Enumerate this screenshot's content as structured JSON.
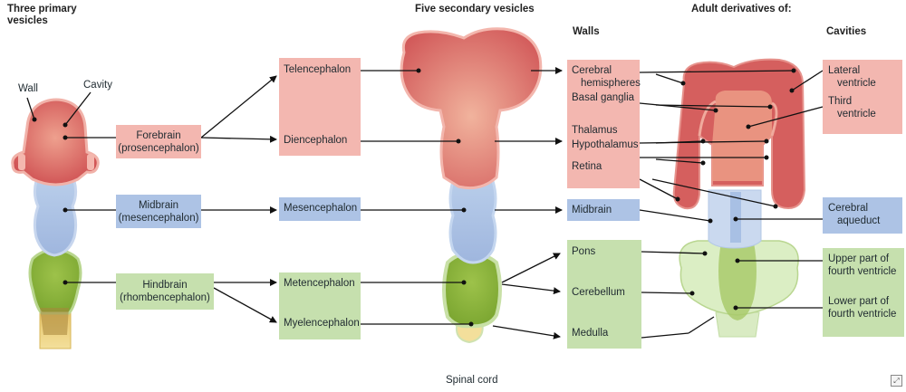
{
  "headers": {
    "primary": "Three primary vesicles",
    "secondary": "Five secondary vesicles",
    "adult": "Adult derivatives of:",
    "walls": "Walls",
    "cavities": "Cavities"
  },
  "labels": {
    "wall": "Wall",
    "cavity": "Cavity",
    "spinal_cord": "Spinal cord"
  },
  "primary": [
    {
      "line1": "Forebrain",
      "line2": "(prosencephalon)"
    },
    {
      "line1": "Midbrain",
      "line2": "(mesencephalon)"
    },
    {
      "line1": "Hindbrain",
      "line2": "(rhombencephalon)"
    }
  ],
  "secondary": [
    "Telencephalon",
    "Diencephalon",
    "Mesencephalon",
    "Metencephalon",
    "Myelencephalon"
  ],
  "walls": {
    "forebrain": [
      "Cerebral",
      "hemispheres",
      "Basal ganglia",
      "Thalamus",
      "Hypothalamus",
      "Retina"
    ],
    "midbrain": "Midbrain",
    "hindbrain": [
      "Pons",
      "Cerebellum",
      "Medulla"
    ]
  },
  "cavities": {
    "lateral": [
      "Lateral",
      "ventricle"
    ],
    "third": [
      "Third",
      "ventricle"
    ],
    "aqueduct": [
      "Cerebral",
      "aqueduct"
    ],
    "upper4": [
      "Upper part of",
      "fourth ventricle"
    ],
    "lower4": [
      "Lower part of",
      "fourth ventricle"
    ]
  },
  "colors": {
    "forebrain": "#f3b7b0",
    "midbrain": "#adc3e5",
    "hindbrain": "#c6e0ae",
    "brain_pink": "#d9605f",
    "brain_green": "#8db83c"
  },
  "icon": "zoom-icon"
}
